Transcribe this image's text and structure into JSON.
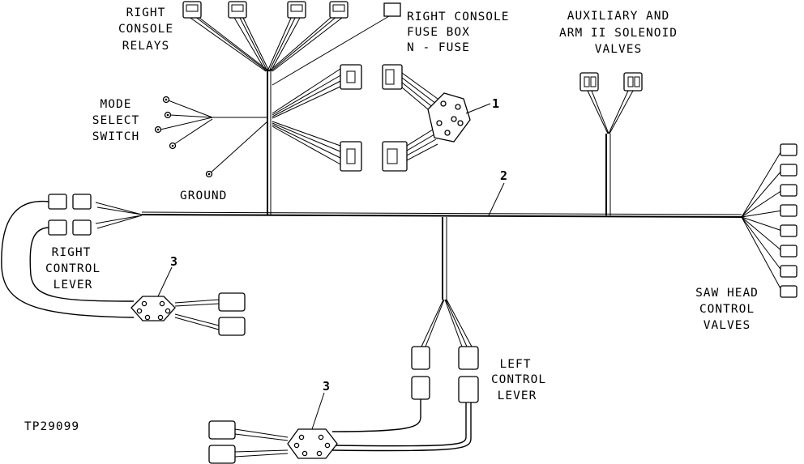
{
  "labels": {
    "right_console_relays": [
      "RIGHT",
      "CONSOLE",
      "RELAYS"
    ],
    "right_console_fuse_box": [
      "RIGHT CONSOLE",
      "FUSE BOX",
      "N - FUSE"
    ],
    "aux_arm_solenoid": [
      "AUXILIARY AND",
      "ARM II SOLENOID",
      "VALVES"
    ],
    "mode_select_switch": [
      "MODE",
      "SELECT",
      "SWITCH"
    ],
    "ground": "GROUND",
    "right_control_lever": [
      "RIGHT",
      "CONTROL",
      "LEVER"
    ],
    "saw_head_control_valves": [
      "SAW HEAD",
      "CONTROL",
      "VALVES"
    ],
    "left_control_lever": [
      "LEFT",
      "CONTROL",
      "LEVER"
    ],
    "figure_id": "TP29099"
  },
  "callouts": {
    "c1": "1",
    "c2": "2",
    "c3a": "3",
    "c3b": "3"
  }
}
